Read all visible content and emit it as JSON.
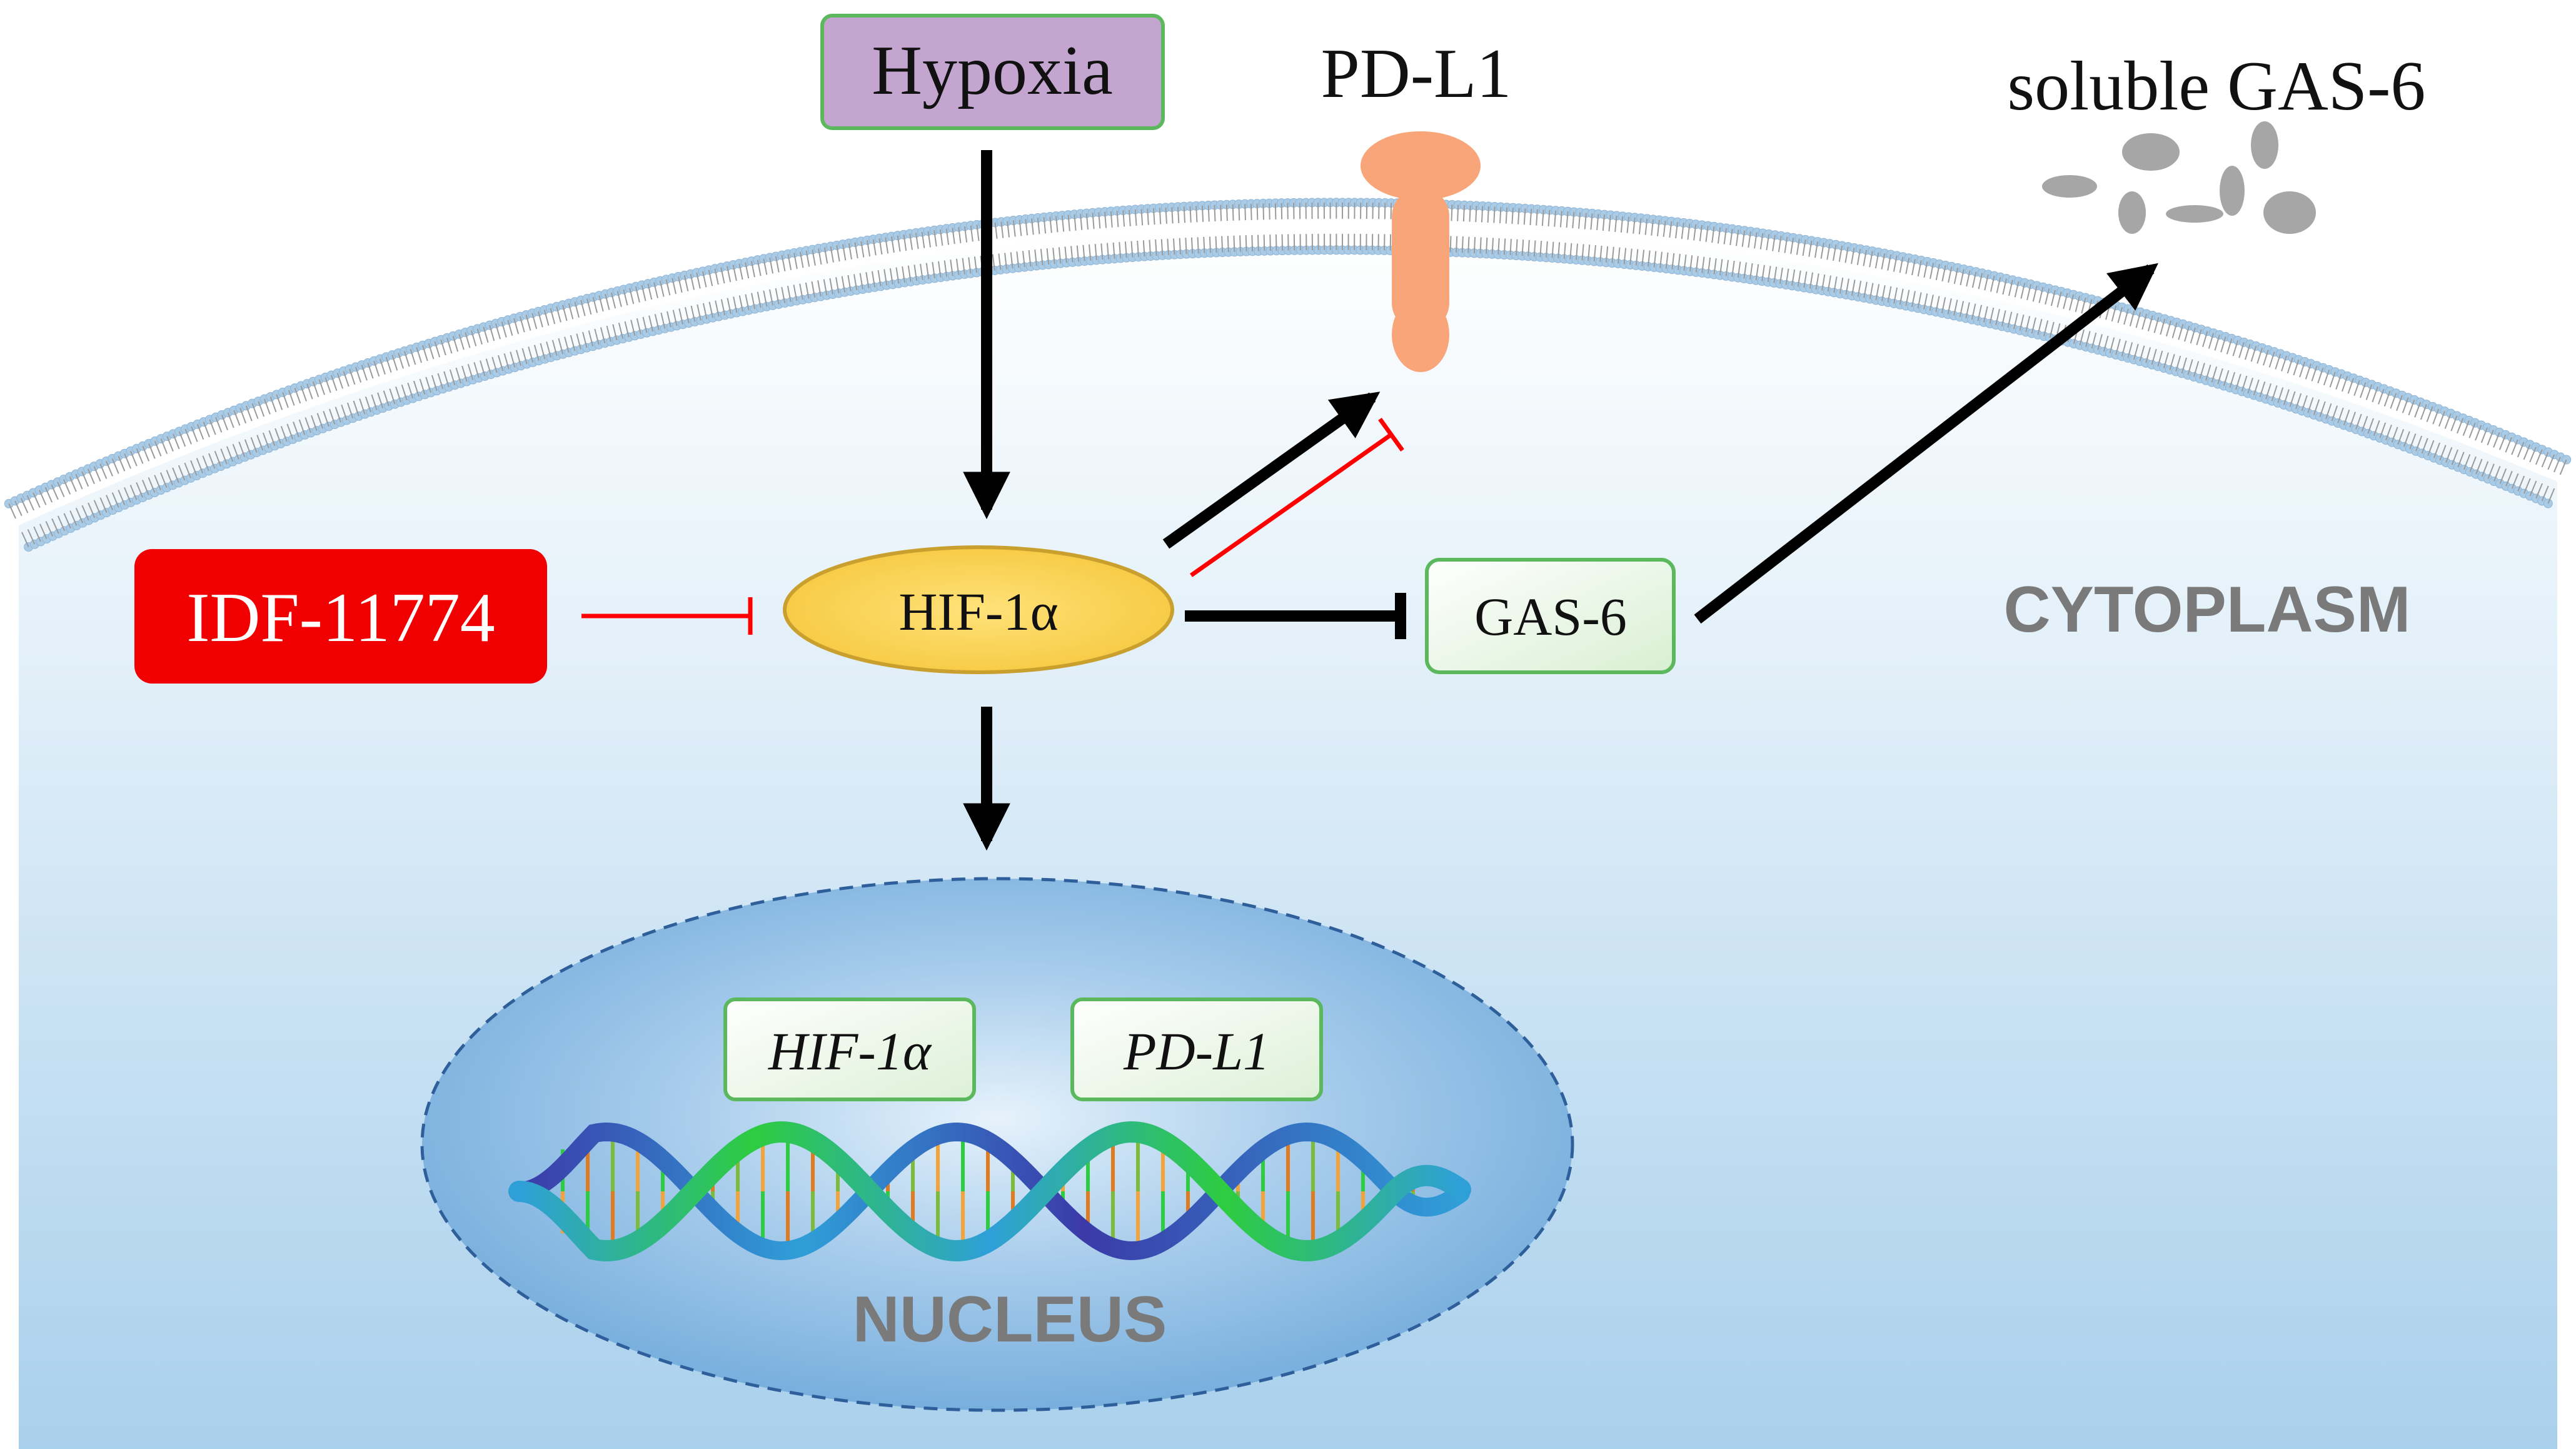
{
  "labels": {
    "hypoxia": "Hypoxia",
    "pdl1_protein": "PD-L1",
    "soluble_gas6": "soluble GAS-6",
    "inhibitor": "IDF-11774",
    "hif1a_protein": "HIF-1α",
    "gas6_protein": "GAS-6",
    "cytoplasm": "CYTOPLASM",
    "nucleus": "NUCLEUS",
    "hif1a_gene": "HIF-1α",
    "pdl1_gene": "PD-L1"
  },
  "colors": {
    "hypoxia_fill": "#c3a5cf",
    "box_border_green": "#5cb85c",
    "gene_box_fill": "#eef8ec",
    "inhibitor_fill": "#f00000",
    "inhibitor_text": "#ffffff",
    "hif_fill": "#f7c948",
    "hif_border": "#c9a02e",
    "pdl1_receptor": "#f9a57a",
    "particles": "#a6a6a6",
    "cytoplasm_top": "#ffffff",
    "cytoplasm_bottom": "#a9d0ec",
    "nucleus_fill": "#7cb3df",
    "nucleus_border": "#2e5f9a",
    "region_text": "#7a7a7a",
    "activation_arrow": "#000000",
    "inhibition_arrow": "#ff0000",
    "dna_strand_a": "#2ecc40",
    "dna_strand_b": "#2f9fd8",
    "dna_strand_c": "#3b3aa8"
  },
  "icons": {
    "membrane": "lipid-bilayer-icon",
    "receptor": "pd-l1-receptor-icon",
    "particles": "soluble-particles-icon",
    "dna": "dna-double-helix-icon"
  }
}
